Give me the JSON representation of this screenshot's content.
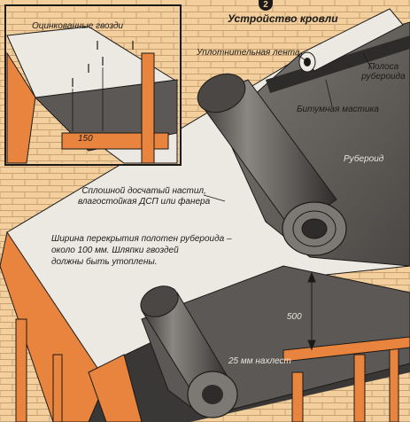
{
  "figure": {
    "number": "2",
    "title": "Устройство кровли"
  },
  "labels": {
    "galvanized_nails": "Оцинкованные гвозди",
    "inset_dimension": "150",
    "sealing_tape": "Уплотнительная лента",
    "roofing_strip": "Полоса рубероида",
    "bitumen_mastic": "Битумная мастика",
    "roofing_felt": "Рубероид",
    "decking_line1": "Сплошной досчатый настил,",
    "decking_line2": "влагостойкая ДСП или фанера",
    "overlap_note_line1": "Ширина перекрытия полотен рубероида –",
    "overlap_note_line2": "около 100 мм. Шляпки гвоздей",
    "overlap_note_line3": "должны быть утоплены.",
    "dimension_500": "500",
    "overlap_25": "25 мм нахлест"
  },
  "colors": {
    "wall": "#f3cf9d",
    "brick_line": "#c9a173",
    "timber": "#e8843e",
    "timber_shade": "#b85a22",
    "felt": "#5b5855",
    "felt_dark": "#2e2c2a",
    "felt_light": "#7c7874",
    "sheet_white": "#ece9e2",
    "ink": "#1c1a18"
  }
}
